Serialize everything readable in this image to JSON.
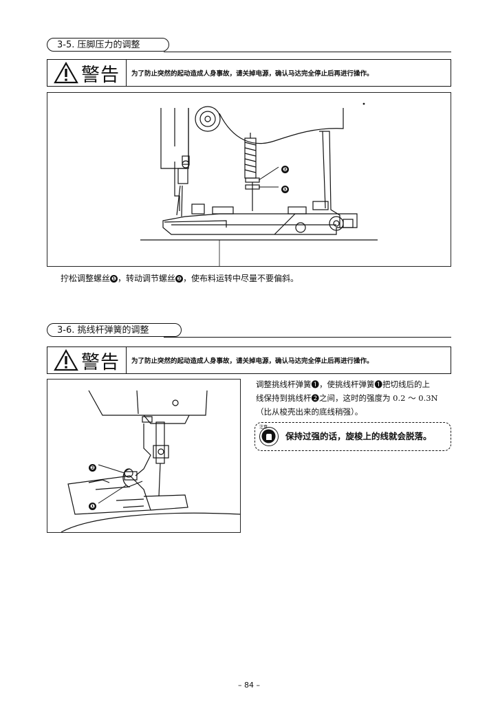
{
  "section1": {
    "title": "3-5. 压脚压力的调整",
    "warning_word": "警告",
    "warning_text": "为了防止突然的起动造成人身事故，请关掉电源，确认马达完全停止后再进行操作。",
    "callout_1": "❶",
    "callout_2": "❷",
    "caption_a": "拧松调整螺丝",
    "caption_n1": "❶",
    "caption_b": "，转动调节螺丝",
    "caption_n2": "❷",
    "caption_c": "，使布料运转中尽量不要偏斜。"
  },
  "section2": {
    "title": "3-6. 挑线杆弹簧的调整",
    "warning_word": "警告",
    "warning_text": "为了防止突然的起动造成人身事故，请关掉电源，确认马达完全停止后再进行操作。",
    "callout_1": "❶",
    "callout_2": "❷",
    "para_line1": "调整挑线杆弹簧❶，使挑线杆弹簧❶把切线后的上",
    "para_line2": "线保持到挑线杆❷之间，这时的强度为 0.2 ～ 0.3N",
    "para_line3": "（比从梭壳出来的底线稍强）。",
    "note_icon_label": "注意",
    "note_text": "保持过强的话，旋梭上的线就会脱落。"
  },
  "footer": {
    "page_number": "– 84 –"
  }
}
